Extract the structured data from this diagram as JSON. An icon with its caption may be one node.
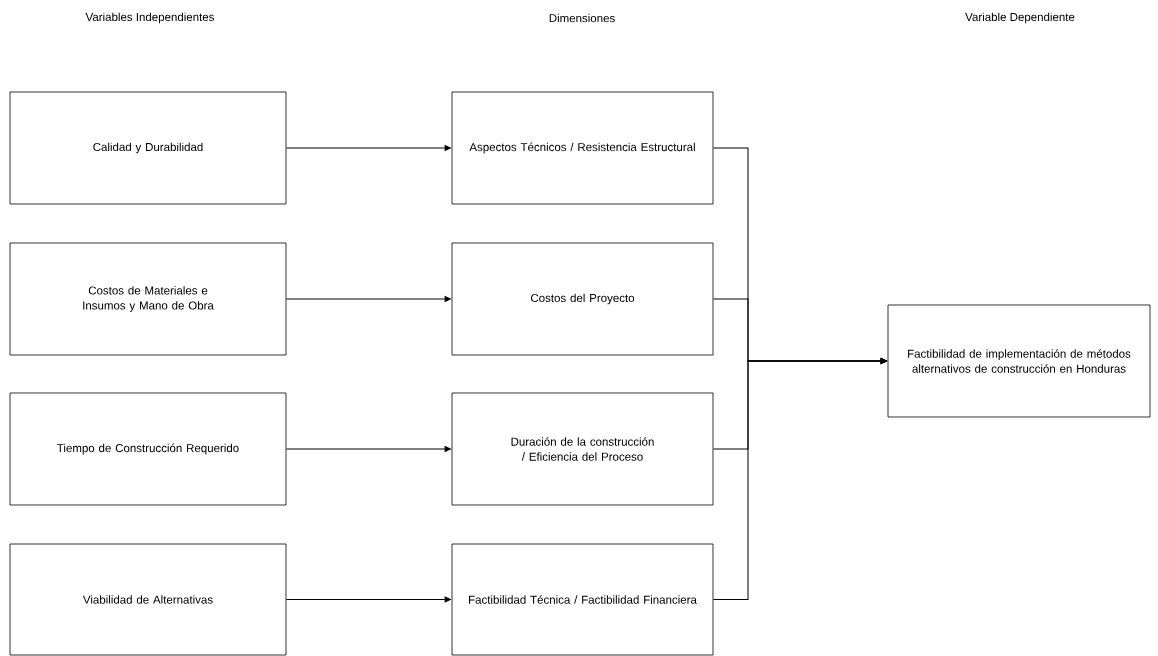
{
  "diagram": {
    "nodes": [
      {
        "text": [
          "Calidad y Durabilidad"
        ]
      },
      {
        "text": [
          "Costos de Materiales e Insumos y Mano de Obra"
        ]
      },
      {
        "text": [
          "Tiempo de Construcción Requerido"
        ]
      },
      {
        "text": [
          "Viabilidad de Alternativas"
        ]
      },
      {
        "text": [
          "Aspectos Técnicos / Resistencia Estructural"
        ]
      },
      {
        "text": [
          "Costos del Proyecto"
        ]
      },
      {
        "text": [
          "Duración de la construcción / Eficiencia del Proceso"
        ]
      },
      {
        "text": [
          "Factibilidad Técnica / Factibilidad Financiera"
        ]
      },
      {
        "text": [
          "Factibilidad de implementación de métodos alternativos de construcción en Honduras"
        ]
      }
    ],
    "edges": [
      {
        "from": 0,
        "to": 4,
        "arrow": "to"
      },
      {
        "from": 1,
        "to": 5,
        "arrow": "to"
      },
      {
        "from": 2,
        "to": 6,
        "arrow": "to"
      },
      {
        "from": 3,
        "to": 7,
        "arrow": "to"
      },
      {
        "from": 4,
        "to": 8,
        "arrow": "to"
      },
      {
        "from": 5,
        "to": 8,
        "arrow": "to"
      },
      {
        "from": 6,
        "to": 8,
        "arrow": "to"
      },
      {
        "from": 7,
        "to": 8,
        "arrow": "to"
      }
    ],
    "labels": [
      "Variables Independientes",
      "Dimensiones",
      "Variable Dependiente"
    ]
  }
}
